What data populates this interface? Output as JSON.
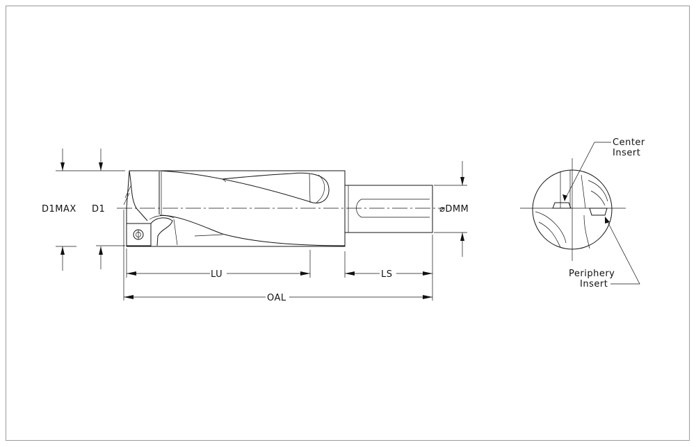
{
  "drawing": {
    "labels": {
      "d1max": "D1MAX",
      "d1": "D1",
      "lu": "LU",
      "ls": "LS",
      "oal": "OAL",
      "dmm": "⌀DMM",
      "center_insert_line1": "Center",
      "center_insert_line2": "Insert",
      "periphery_insert_line1": "Periphery",
      "periphery_insert_line2": "Insert"
    }
  }
}
